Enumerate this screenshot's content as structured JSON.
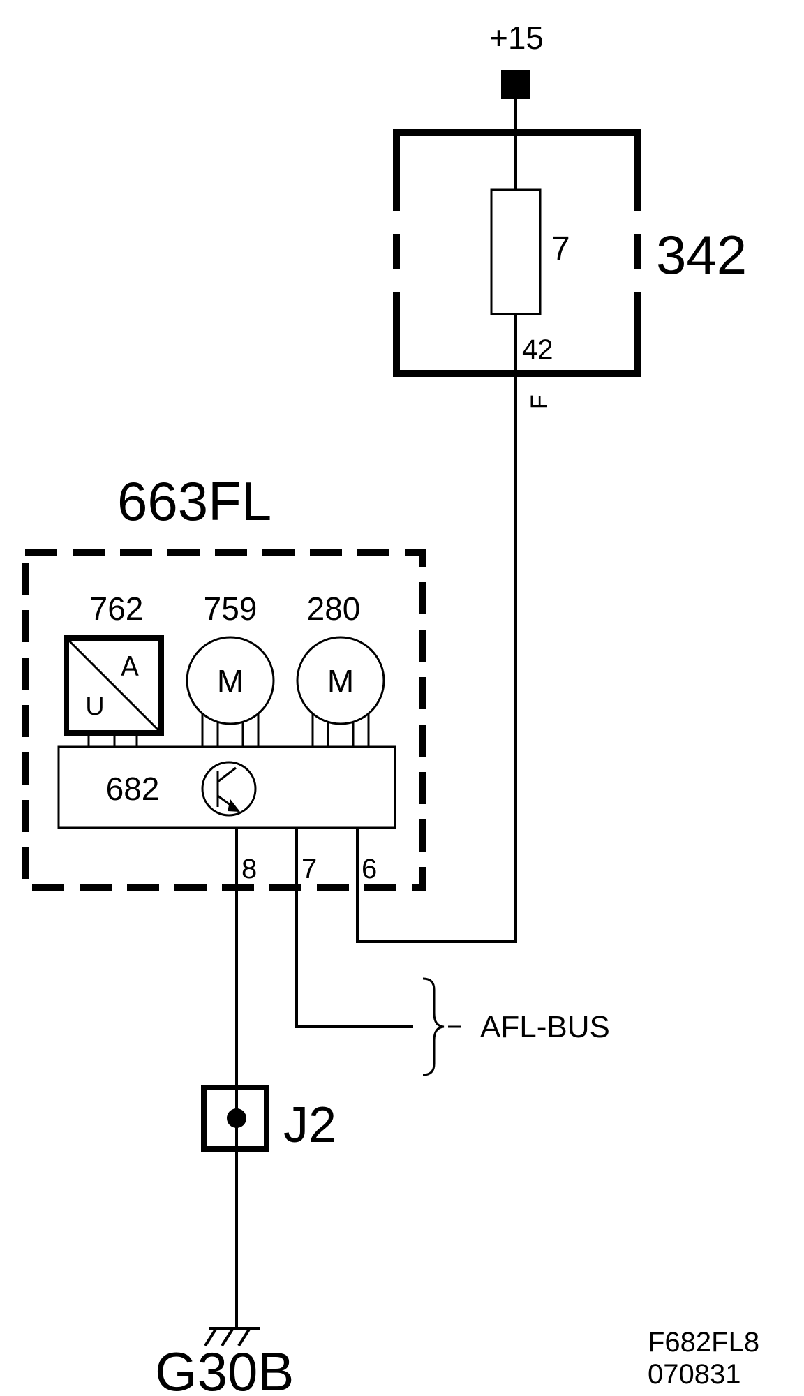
{
  "supply": {
    "label": "+15"
  },
  "fuse_box": {
    "id": "342",
    "fuse_number": "7",
    "pin": "42",
    "wire_code": "F"
  },
  "module": {
    "id": "663FL",
    "components": {
      "sensor": {
        "id": "762",
        "symbol_upper": "∀",
        "symbol_lower": "U"
      },
      "motor_a": {
        "id": "759",
        "symbol": "M"
      },
      "motor_b": {
        "id": "280",
        "symbol": "M"
      },
      "controller": {
        "id": "682"
      }
    },
    "pins": [
      "8",
      "7",
      "6"
    ]
  },
  "bus": {
    "label": "AFL-BUS"
  },
  "connector": {
    "id": "J2"
  },
  "ground": {
    "id": "G30B"
  },
  "footer": {
    "code": "F682FL8",
    "date": "070831"
  },
  "colors": {
    "line": "#000000",
    "background": "#ffffff"
  }
}
